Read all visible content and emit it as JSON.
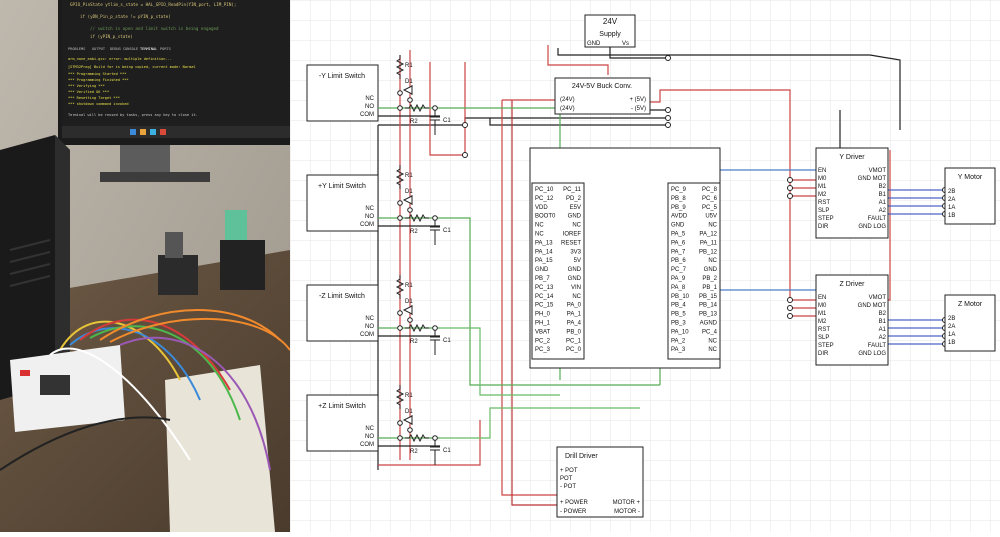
{
  "photo": {
    "code_lines": [
      "GPIO_PinState ytlim_s_state = HAL_GPIO_ReadPin(YIN_port, LIM_PIN);",
      "if (yDN_Pin_p_state != pYIN_p_state)",
      "// switch is open and limit switch is being engaged",
      "if (yPIN_p_state)"
    ],
    "terminal_tabs": [
      "PROBLEMS",
      "OUTPUT",
      "DEBUG CONSOLE",
      "TERMINAL",
      "PORTS"
    ],
    "terminal_lines": [
      "arm_none_eabi-gcc: error: multiple definition...",
      "[STM32Prog] Build for is being copied, current mode: Normal",
      "*** Programming Started ***",
      "*** Programming Finished ***",
      "*** Verifying ***",
      "*** Verified OK ***",
      "*** Resetting Target ***",
      "*** shutdown command invoked"
    ],
    "status_text": "Terminal will be reused by tasks, press any key to close it."
  },
  "schematic": {
    "supply": {
      "title": "24V",
      "name": "Supply",
      "pins": [
        "GND",
        "Vs"
      ]
    },
    "buck": {
      "name": "24V-5V Buck Conv.",
      "left": [
        "(24V)",
        "(24V)"
      ],
      "right": [
        "+ (5V)",
        "- (5V)"
      ]
    },
    "switches": [
      {
        "name": "-Y Limit Switch",
        "pins": [
          "NC",
          "NO",
          "COM"
        ]
      },
      {
        "name": "+Y Limit Switch",
        "pins": [
          "NC",
          "NO",
          "COM"
        ]
      },
      {
        "name": "-Z Limit Switch",
        "pins": [
          "NC",
          "NO",
          "COM"
        ]
      },
      {
        "name": "+Z Limit Switch",
        "pins": [
          "NC",
          "NO",
          "COM"
        ]
      }
    ],
    "rc_labels": {
      "r1": "R1",
      "d1": "D1",
      "r2": "R2",
      "c1": "C1"
    },
    "mcu_left": {
      "col1": [
        "PC_10",
        "PC_12",
        "VDD",
        "BOOT0",
        "NC",
        "NC",
        "PA_13",
        "PA_14",
        "PA_15",
        "GND",
        "PB_7",
        "PC_13",
        "PC_14",
        "PC_15",
        "PH_0",
        "PH_1",
        "VBAT",
        "PC_2",
        "PC_3"
      ],
      "col2": [
        "PC_11",
        "PD_2",
        "E5V",
        "GND",
        "NC",
        "IOREF",
        "RESET",
        "3V3",
        "5V",
        "GND",
        "GND",
        "VIN",
        "NC",
        "PA_0",
        "PA_1",
        "PA_4",
        "PB_0",
        "PC_1",
        "PC_0"
      ]
    },
    "mcu_right": {
      "col1": [
        "PC_9",
        "PB_8",
        "PB_9",
        "AVDD",
        "GND",
        "PA_5",
        "PA_6",
        "PA_7",
        "PB_6",
        "PC_7",
        "PA_9",
        "PA_8",
        "PB_10",
        "PB_4",
        "PB_5",
        "PB_3",
        "PA_10",
        "PA_2",
        "PA_3"
      ],
      "col2": [
        "PC_8",
        "PC_6",
        "PC_5",
        "U5V",
        "NC",
        "PA_12",
        "PA_11",
        "PB_12",
        "NC",
        "GND",
        "PB_2",
        "PB_1",
        "PB_15",
        "PB_14",
        "PB_13",
        "AGND",
        "PC_4",
        "NC",
        "NC"
      ]
    },
    "drivers": [
      {
        "name": "Y Driver",
        "left": [
          "EN",
          "M0",
          "M1",
          "M2",
          "RST",
          "SLP",
          "STEP",
          "DIR"
        ],
        "right": [
          "VMOT",
          "GND MOT",
          "B2",
          "B1",
          "A1",
          "A2",
          "FAULT",
          "GND LOG"
        ]
      },
      {
        "name": "Z Driver",
        "left": [
          "EN",
          "M0",
          "M1",
          "M2",
          "RST",
          "SLP",
          "STEP",
          "DIR"
        ],
        "right": [
          "VMOT",
          "GND MOT",
          "B2",
          "B1",
          "A1",
          "A2",
          "FAULT",
          "GND LOG"
        ]
      }
    ],
    "motors": [
      {
        "name": "Y Motor",
        "pins": [
          "2B",
          "2A",
          "1A",
          "1B"
        ]
      },
      {
        "name": "Z Motor",
        "pins": [
          "2B",
          "2A",
          "1A",
          "1B"
        ]
      }
    ],
    "drill": {
      "name": "Drill Driver",
      "left": [
        "+ POT",
        "POT",
        "- POT",
        "+ POWER",
        "- POWER"
      ],
      "right": [
        "MOTOR +",
        "MOTOR -"
      ]
    }
  }
}
